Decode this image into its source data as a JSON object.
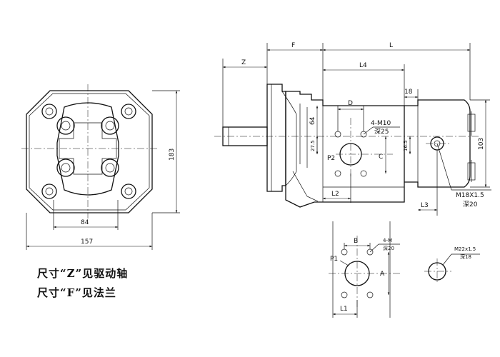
{
  "front_view": {
    "width_157": "157",
    "bolt_84": "84",
    "height_183": "183"
  },
  "side_view": {
    "z": "Z",
    "f": "F",
    "l": "L",
    "l4": "L4",
    "d": "D",
    "c": "C",
    "dim_18": "18",
    "dim_64": "64",
    "dim_27_5": "27.5",
    "dim_16_5": "16.5",
    "dim_103": "103",
    "thread_4m10": "4-M10",
    "depth_25": "深25",
    "p2": "P2",
    "l2": "L2",
    "l3": "L3",
    "thread_m18": "M18X1.5",
    "depth_20": "深20"
  },
  "inlet_view": {
    "b": "B",
    "thread_4m": "4-M",
    "depth_20": "深20",
    "p1": "P1",
    "a": "A",
    "l1": "L1"
  },
  "port_view": {
    "thread_m22": "M22x1.5",
    "depth_18": "深18"
  },
  "notes": {
    "z_note": "尺寸“Z”见驱动轴",
    "f_note": "尺寸“F”见法兰"
  }
}
